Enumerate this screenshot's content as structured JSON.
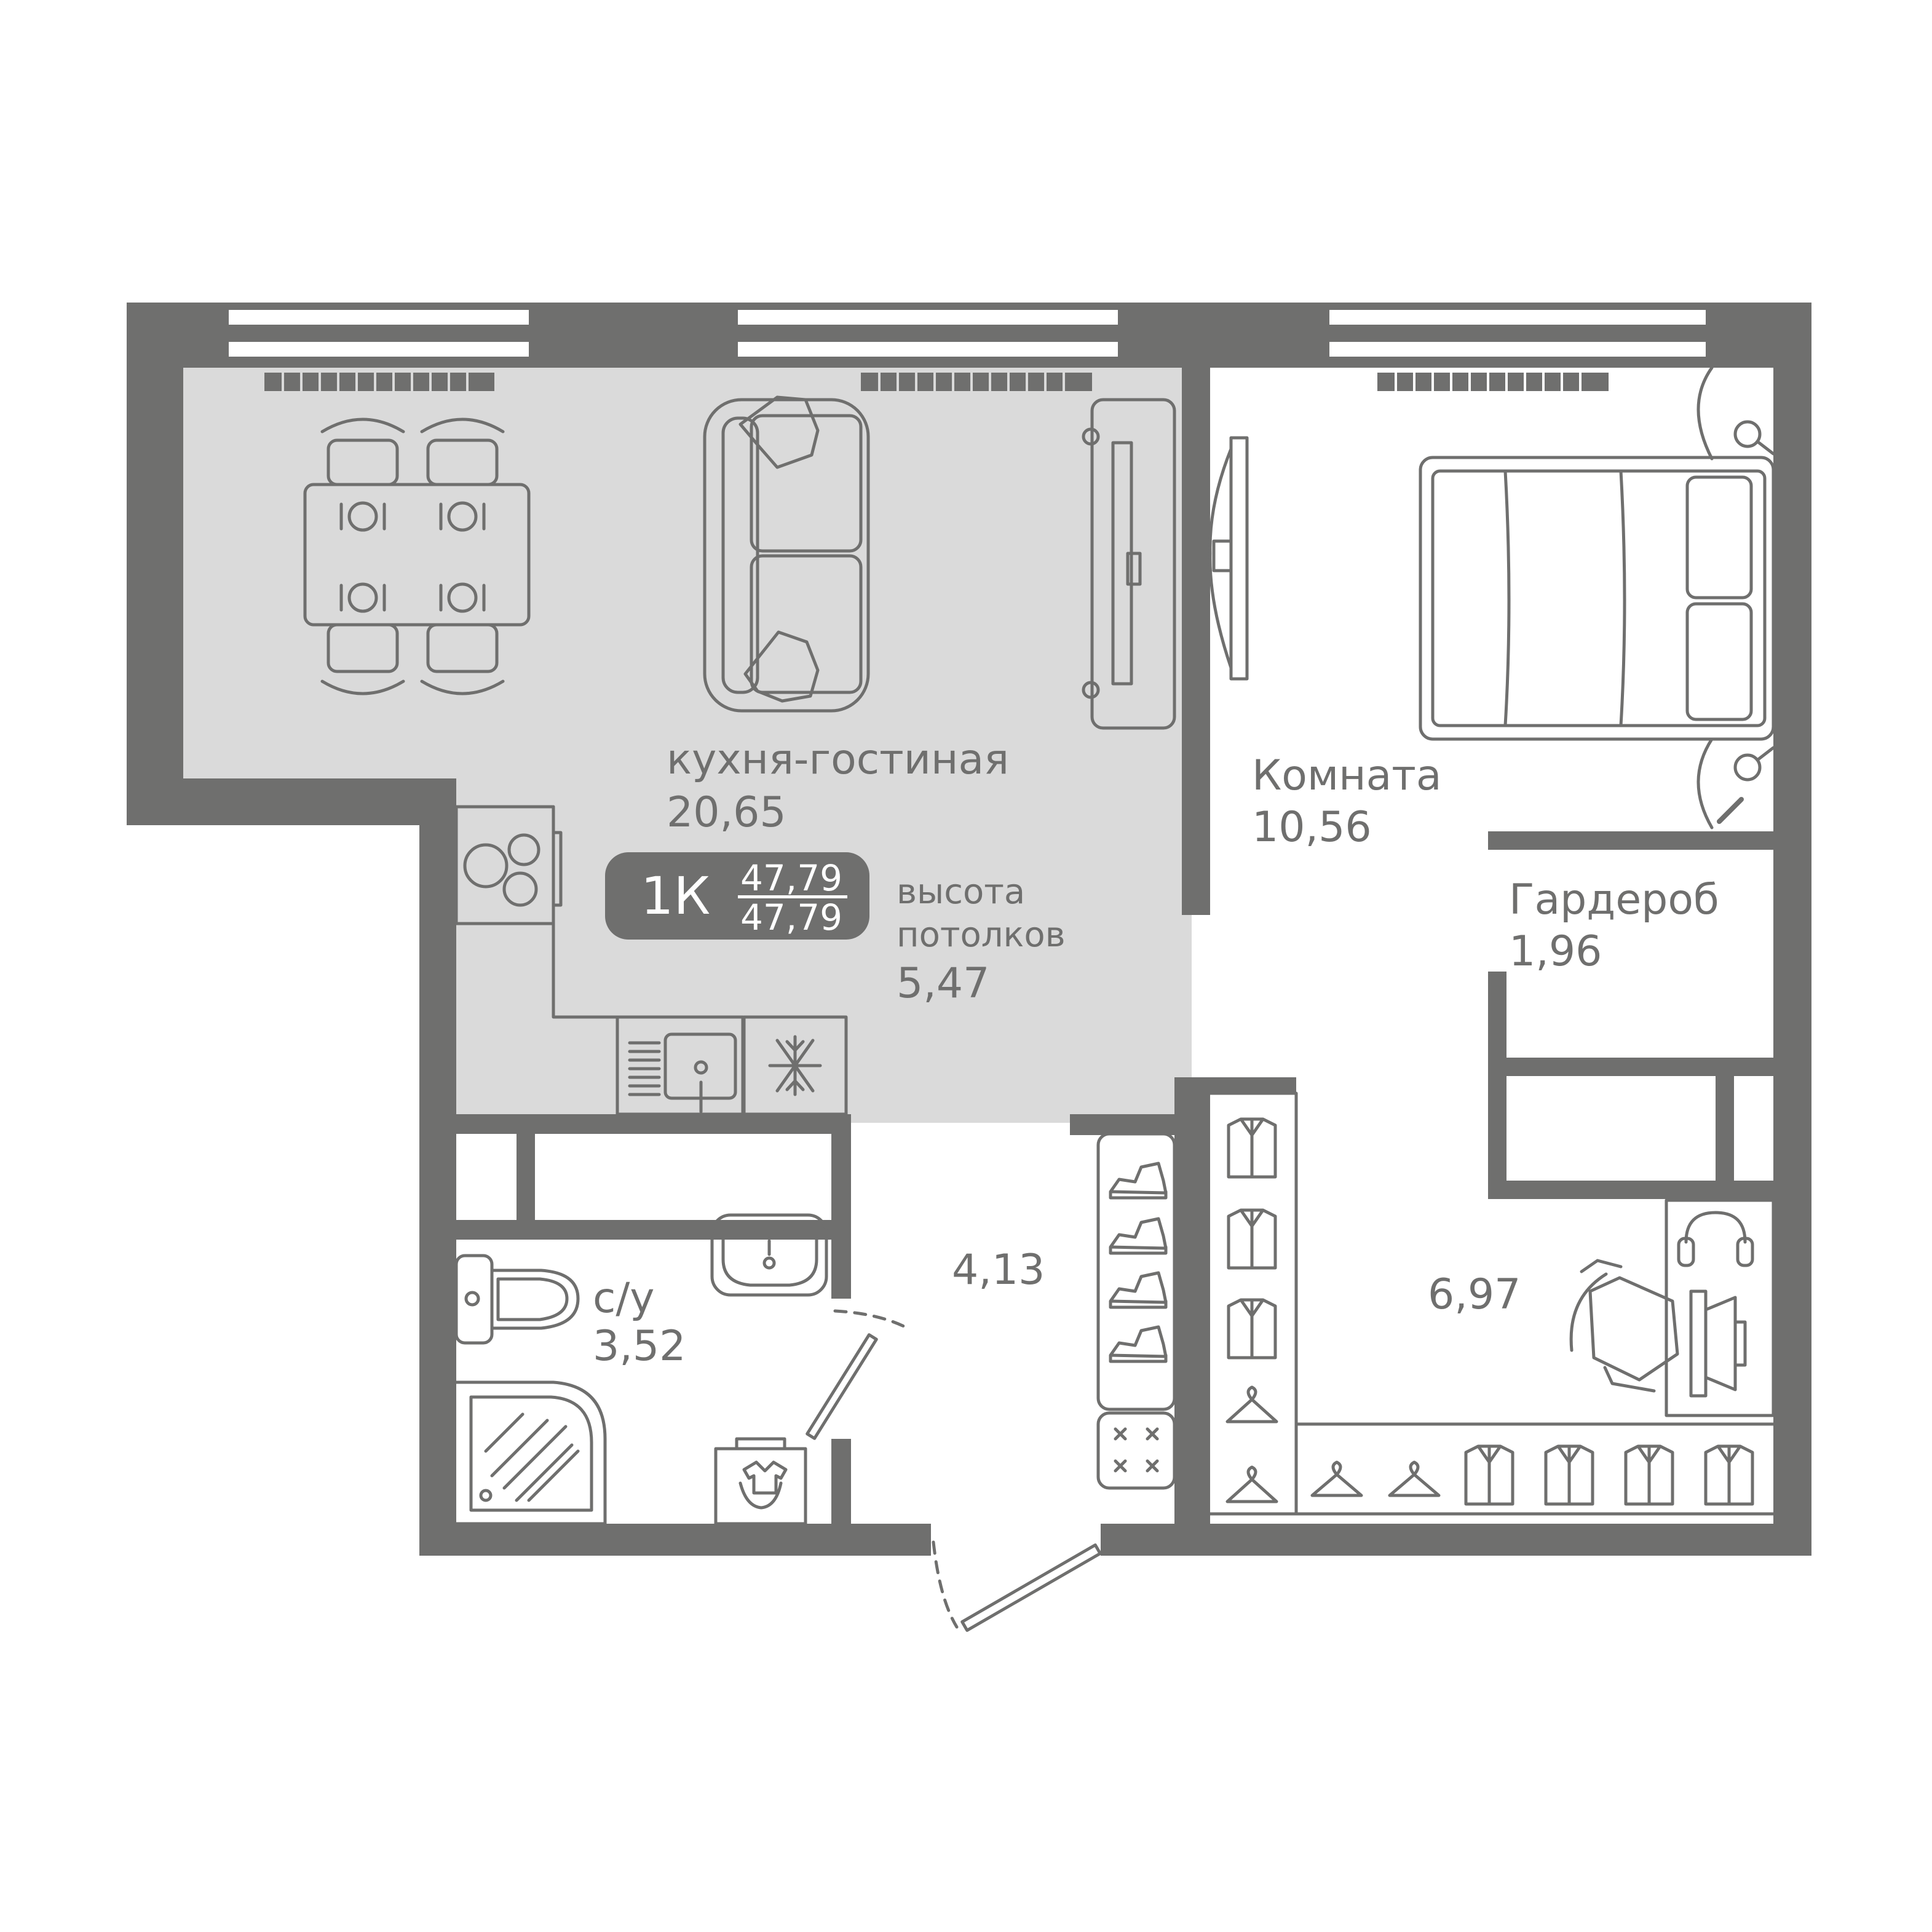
{
  "colors": {
    "wall": "#6f6f6e",
    "fill": "#dadada",
    "line": "#6f6f6e",
    "window": "#ffffff",
    "background": "#ffffff"
  },
  "rooms": {
    "living": {
      "name": "кухня-гостиная",
      "area": "20,65"
    },
    "room": {
      "name": "Комната",
      "area": "10,56"
    },
    "wardrobe": {
      "name": "Гардероб",
      "area": "1,96"
    },
    "bathroom": {
      "name": "с/у",
      "area": "3,52"
    },
    "hall": {
      "area": "4,13"
    },
    "workspace": {
      "area": "6,97"
    }
  },
  "apartment": {
    "type": "1К",
    "total_area": "47,79",
    "living_area": "47,79"
  },
  "ceiling": {
    "label_line1": "высота",
    "label_line2": "потолков",
    "height": "5,47"
  },
  "icons": [
    "dining-table-icon",
    "chair-icon",
    "sofa-icon",
    "tv-stand-icon",
    "wall-tv-icon",
    "bed-icon",
    "nightstand-lamp-icon",
    "cooktop-icon",
    "kitchen-sink-icon",
    "fridge-icon",
    "toilet-icon",
    "bathroom-sink-icon",
    "shower-icon",
    "washing-machine-icon",
    "sneakers-icon",
    "shirt-icon",
    "hanger-icon",
    "desk-icon",
    "office-chair-icon",
    "monitor-icon",
    "headphones-icon",
    "door-swing-icon",
    "radiator-icon"
  ]
}
